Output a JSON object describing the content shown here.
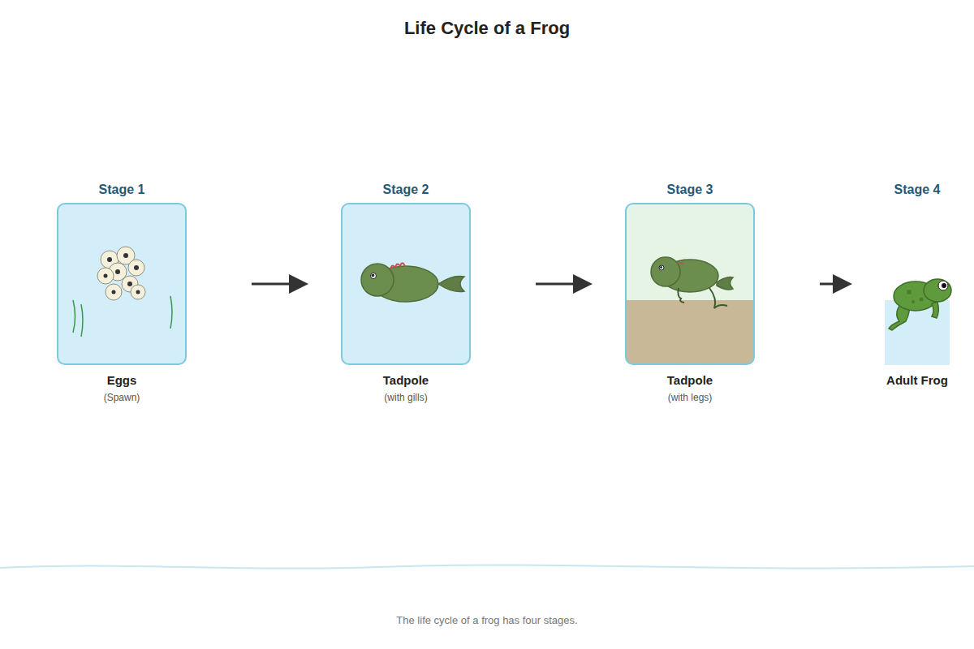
{
  "diagram": {
    "title": "Life Cycle of a Frog",
    "caption": "The life cycle of a frog has four stages.",
    "nodes": [
      {
        "text": [
          "Stage 1",
          "Eggs",
          "(Spawn)"
        ]
      },
      {
        "text": [
          "Stage 2",
          "Tadpole",
          "(with gills)"
        ]
      },
      {
        "text": [
          "Stage 3",
          "Tadpole",
          "(with legs)"
        ]
      },
      {
        "text": [
          "Stage 4",
          "Adult Frog"
        ]
      }
    ],
    "edges": [
      {
        "from": 0,
        "to": 1,
        "arrow": "to"
      },
      {
        "from": 1,
        "to": 2,
        "arrow": "to"
      },
      {
        "from": 2,
        "to": 3,
        "arrow": "to"
      }
    ]
  }
}
